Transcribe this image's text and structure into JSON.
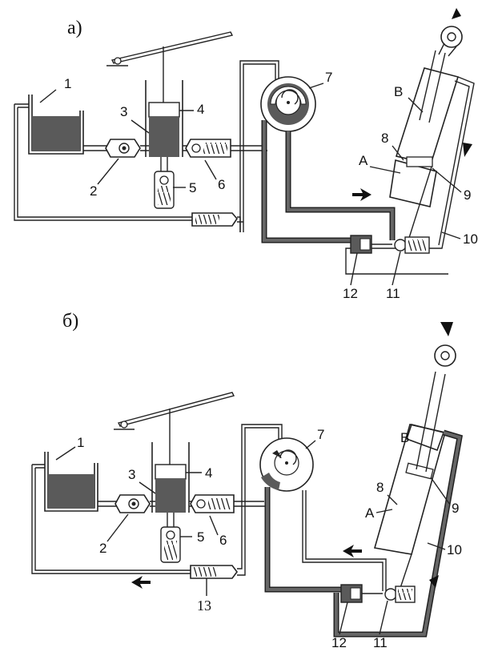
{
  "panels": [
    {
      "id": "a",
      "title": "а)",
      "labels": [
        "1",
        "2",
        "3",
        "4",
        "5",
        "6",
        "7",
        "8",
        "9",
        "10",
        "11",
        "12",
        "A",
        "B"
      ]
    },
    {
      "id": "b",
      "title": "б)",
      "labels": [
        "1",
        "2",
        "3",
        "4",
        "5",
        "6",
        "7",
        "8",
        "9",
        "10",
        "11",
        "12",
        "13",
        "A",
        "B"
      ]
    }
  ],
  "colors": {
    "fluid": "#5a5a5a",
    "line": "#222222",
    "background": "#ffffff"
  }
}
